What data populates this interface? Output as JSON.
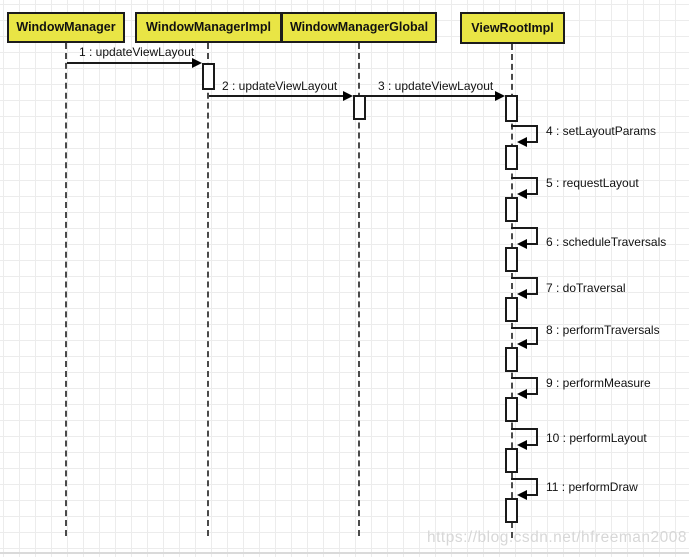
{
  "diagram": {
    "kind": "uml-sequence-diagram",
    "participants": [
      {
        "name": "WindowManager"
      },
      {
        "name": "WindowManagerImpl"
      },
      {
        "name": "WindowManagerGlobal"
      },
      {
        "name": "ViewRootImpl"
      }
    ],
    "messages": [
      {
        "label": "1 : updateViewLayout",
        "from": "WindowManager",
        "to": "WindowManagerImpl",
        "kind": "call"
      },
      {
        "label": "2 : updateViewLayout",
        "from": "WindowManagerImpl",
        "to": "WindowManagerGlobal",
        "kind": "call"
      },
      {
        "label": "3 : updateViewLayout",
        "from": "WindowManagerGlobal",
        "to": "ViewRootImpl",
        "kind": "call"
      },
      {
        "label": "4 : setLayoutParams",
        "from": "ViewRootImpl",
        "to": "ViewRootImpl",
        "kind": "self"
      },
      {
        "label": "5 : requestLayout",
        "from": "ViewRootImpl",
        "to": "ViewRootImpl",
        "kind": "self"
      },
      {
        "label": "6 : scheduleTraversals",
        "from": "ViewRootImpl",
        "to": "ViewRootImpl",
        "kind": "self"
      },
      {
        "label": "7 : doTraversal",
        "from": "ViewRootImpl",
        "to": "ViewRootImpl",
        "kind": "self"
      },
      {
        "label": "8 : performTraversals",
        "from": "ViewRootImpl",
        "to": "ViewRootImpl",
        "kind": "self"
      },
      {
        "label": "9 : performMeasure",
        "from": "ViewRootImpl",
        "to": "ViewRootImpl",
        "kind": "self"
      },
      {
        "label": "10 : performLayout",
        "from": "ViewRootImpl",
        "to": "ViewRootImpl",
        "kind": "self"
      },
      {
        "label": "11 : performDraw",
        "from": "ViewRootImpl",
        "to": "ViewRootImpl",
        "kind": "self"
      }
    ],
    "watermark": "https://blog.csdn.net/hfreeman2008",
    "colors": {
      "participant_fill": "#e9e545",
      "participant_border": "#1c1c1c",
      "message_line": "#1a1a1a",
      "activation_fill": "#ffffff",
      "grid": "#ececec",
      "watermark": "#d7d7d7",
      "background": "#ffffff"
    }
  }
}
